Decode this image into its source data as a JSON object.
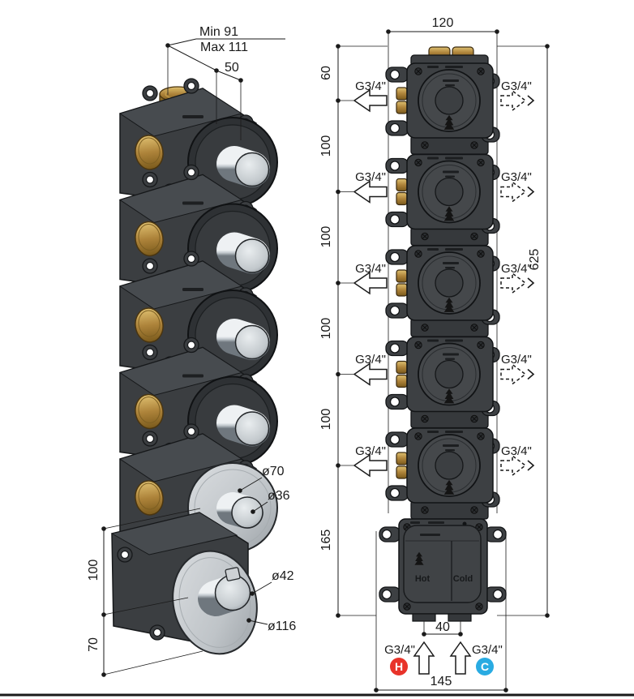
{
  "left_view": {
    "dim_min_depth": "Min 91",
    "dim_max_depth": "Max 111",
    "dim_face_offset": "50",
    "dim_plate_dia": "ø70",
    "dim_sleeve_dia": "ø36",
    "dim_knob_dia": "ø42",
    "dim_trim_dia": "ø116",
    "dim_body_height": "100",
    "dim_bottom_offset": "70"
  },
  "front_view": {
    "dim_width": "120",
    "dim_total_height": "625",
    "dim_inlet_spacing": "40",
    "dim_overall_width": "145",
    "left_dims": [
      "60",
      "100",
      "100",
      "100",
      "100",
      "165"
    ],
    "port_thread": "G3/4\"",
    "hot_label": "Hot",
    "cold_label": "Cold",
    "hot_badge": "H",
    "cold_badge": "C",
    "hot_color": "#e8332a",
    "cold_color": "#29abe2"
  }
}
